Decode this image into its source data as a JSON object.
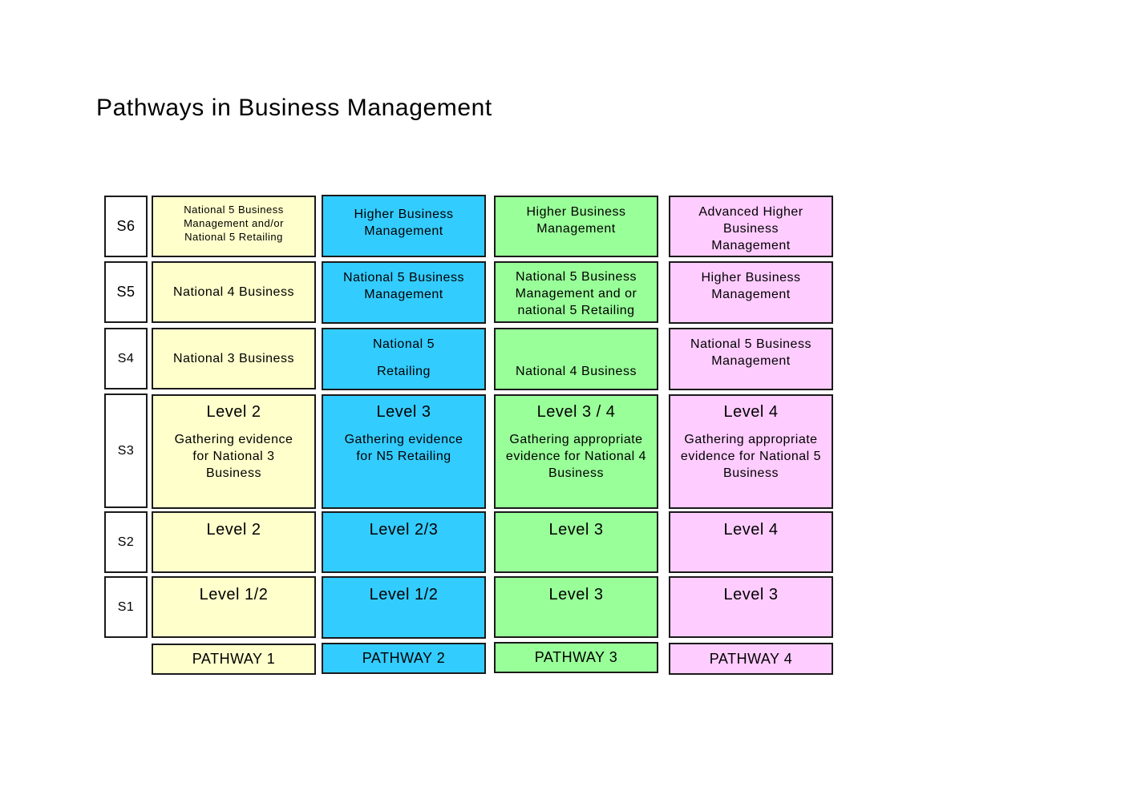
{
  "title": "Pathways in Business Management",
  "stages": {
    "s6": "S6",
    "s5": "S5",
    "s4": "S4",
    "s3": "S3",
    "s2": "S2",
    "s1": "S1"
  },
  "pathways": [
    {
      "label": "PATHWAY 1",
      "color": "#ffffcc",
      "s6": "National 5 Business Management and/or National 5 Retailing",
      "s5": "National 4 Business",
      "s4": "National 3 Business",
      "s3_level": "Level 2",
      "s3_desc": "Gathering evidence for National 3 Business",
      "s2": "Level 2",
      "s1": "Level 1/2"
    },
    {
      "label": "PATHWAY 2",
      "color": "#33ccff",
      "s6": "Higher Business Management",
      "s5": "National 5 Business Management",
      "s4_line1": "National 5",
      "s4_line2": "Retailing",
      "s3_level": "Level 3",
      "s3_desc": "Gathering evidence for N5 Retailing",
      "s2": "Level 2/3",
      "s1": "Level 1/2"
    },
    {
      "label": "PATHWAY 3",
      "color": "#99ff99",
      "s6": "Higher Business Management",
      "s5": "National 5 Business Management and or national 5 Retailing",
      "s4": "National 4 Business",
      "s3_level": "Level 3 / 4",
      "s3_desc": "Gathering appropriate evidence for National 4 Business",
      "s2": "Level 3",
      "s1": "Level 3"
    },
    {
      "label": "PATHWAY 4",
      "color": "#ffccff",
      "s6": "Advanced Higher Business Management",
      "s5": "Higher Business Management",
      "s4": "National 5 Business Management",
      "s3_level": "Level 4",
      "s3_desc": "Gathering appropriate evidence for National 5 Business",
      "s2": "Level 4",
      "s1": "Level 3"
    }
  ]
}
